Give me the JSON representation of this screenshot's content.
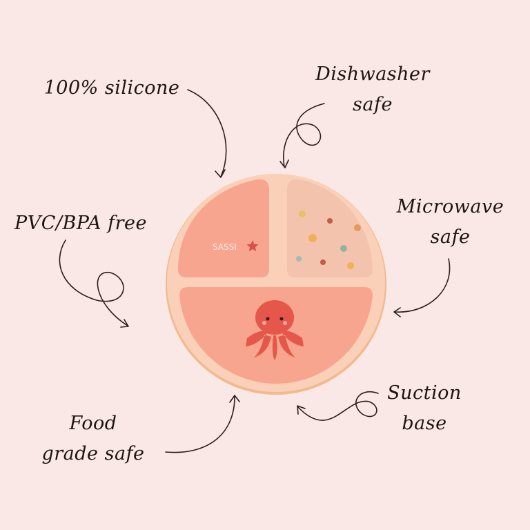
{
  "labels": {
    "silicone": "100% silicone",
    "dishwasher_line1": "Dishwasher",
    "dishwasher_line2": "safe",
    "pvc": "PVC/BPA free",
    "microwave_line1": "Microwave",
    "microwave_line2": "safe",
    "food_line1": "Food",
    "food_line2": "grade safe",
    "suction_line1": "Suction",
    "suction_line2": "base"
  },
  "plate": {
    "logo_text": "SASSI",
    "rim_color": "#fbd0b8",
    "compartment_color": "#f7a58e",
    "octopus_color": "#e5574a"
  },
  "colors": {
    "background": "#f9e8e5",
    "text": "#1e1412"
  }
}
